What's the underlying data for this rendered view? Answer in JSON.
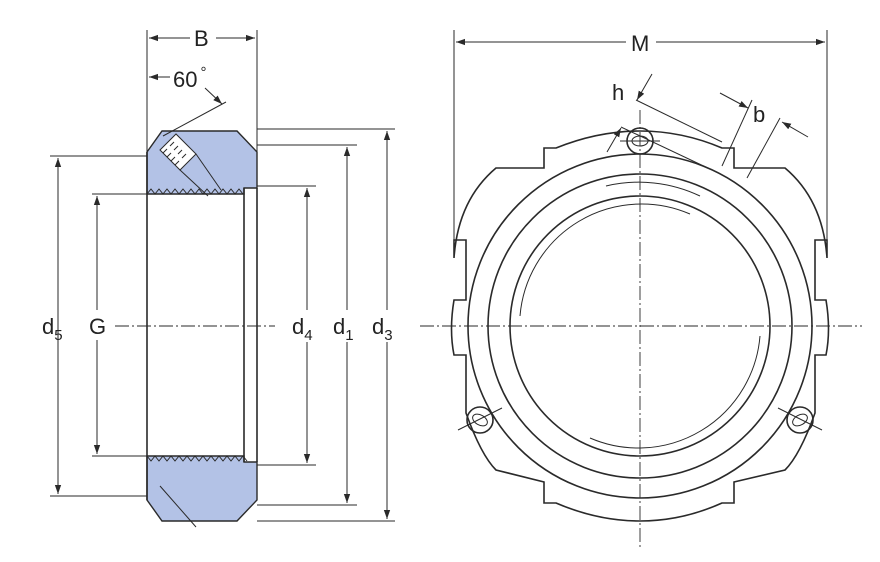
{
  "labels": {
    "B": "B",
    "angle": "60",
    "angle_unit": "°",
    "M": "M",
    "h": "h",
    "b": "b",
    "d5": "d",
    "d5_sub": "5",
    "G": "G",
    "d4": "d",
    "d4_sub": "4",
    "d1": "d",
    "d1_sub": "1",
    "d3": "d",
    "d3_sub": "3"
  },
  "colors": {
    "section_fill": "#b3c2e6",
    "line": "#2a2a2a",
    "background": "#ffffff"
  }
}
